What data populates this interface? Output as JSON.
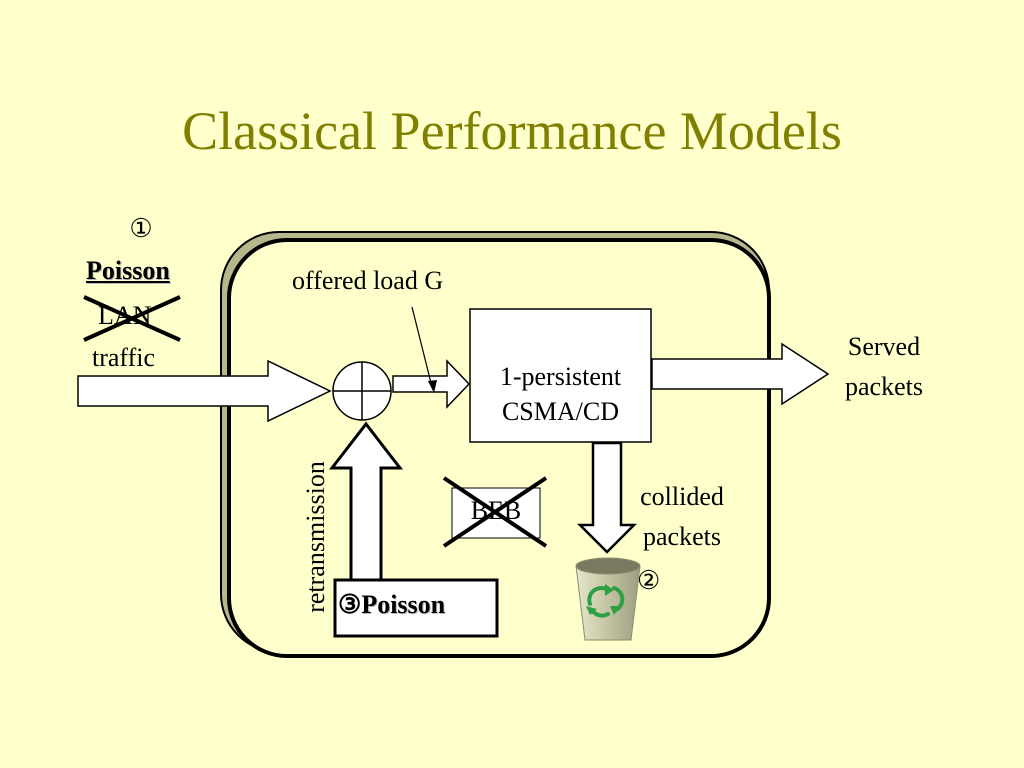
{
  "slide": {
    "title": "Classical Performance Models"
  },
  "input": {
    "number_symbol": "①",
    "poisson_label": "Poisson",
    "crossed_label": "LAN",
    "traffic_label": "traffic"
  },
  "model": {
    "offered_load_label": "offered load G",
    "protocol_line1": "1-persistent",
    "protocol_line2": "CSMA/CD",
    "beb_label": "BEB",
    "retransmission_label": "retransmission",
    "retransmission_number_symbol": "③",
    "retransmission_poisson_label": "Poisson"
  },
  "output": {
    "served_line1": "Served",
    "served_line2": "packets",
    "collided_line1": "collided",
    "collided_line2": "packets",
    "collided_number_symbol": "②",
    "recycle_icon": "recycle-bin-icon"
  },
  "colors": {
    "background": "#ffffcc",
    "title": "#808000",
    "frame_shadow": "#b7b78c",
    "recycle_green": "#2ea043",
    "bin_gray": "#c8c8a8"
  }
}
